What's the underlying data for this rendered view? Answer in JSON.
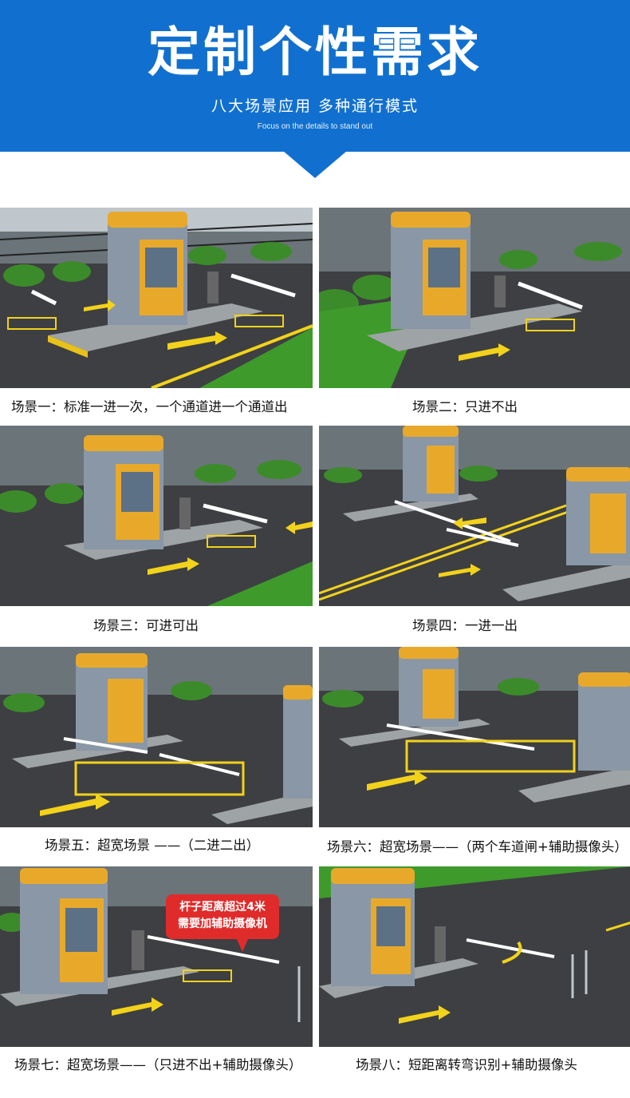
{
  "header": {
    "title": "定制个性需求",
    "subtitle": "八大场景应用 多种通行模式",
    "tagline": "Focus on the details to stand out",
    "bg_color": "#1170cf"
  },
  "scenes": [
    {
      "caption": "场景一：标准一进一次，一个通道进一个通道出"
    },
    {
      "caption": "场景二：只进不出"
    },
    {
      "caption": "场景三：可进可出"
    },
    {
      "caption": "场景四：一进一出"
    },
    {
      "caption": "场景五：超宽场景 ——（二进二出）"
    },
    {
      "caption": "场景六：超宽场景——（两个车道闸+辅助摄像头）"
    },
    {
      "caption": "场景七：超宽场景——（只进不出+辅助摄像头）"
    },
    {
      "caption": "场景八：短距离转弯识别+辅助摄像头"
    }
  ],
  "callout": {
    "line1": "杆子距离超过4米",
    "line2": "需要加辅助摄像机",
    "color": "#e02b2b"
  },
  "palette": {
    "asphalt": "#3d3f42",
    "grass": "#3f9a2c",
    "booth": "#e8a92b",
    "road_marking": "#f2d21b"
  }
}
